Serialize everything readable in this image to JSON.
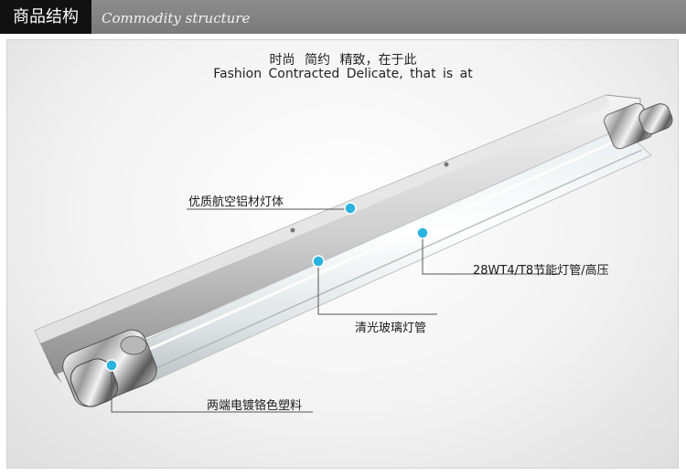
{
  "header": {
    "title_cn": "商品结构",
    "title_en": "Commodity structure"
  },
  "tagline": {
    "cn": "时尚 简约 精致，在于此",
    "en": "Fashion Contracted Delicate, that is at"
  },
  "callouts": [
    {
      "id": "aluminum-body",
      "label": "优质航空铝材灯体"
    },
    {
      "id": "tube-spec",
      "label": "28WT4/T8节能灯管/高压"
    },
    {
      "id": "glass-tube",
      "label": "清光玻璃灯管"
    },
    {
      "id": "chrome-plastic",
      "label": "两端电镀铬色塑料"
    }
  ],
  "colors": {
    "callout_dot": "#2bb3e0",
    "header_bg": "#808080",
    "header_cn_bg": "#111111"
  }
}
